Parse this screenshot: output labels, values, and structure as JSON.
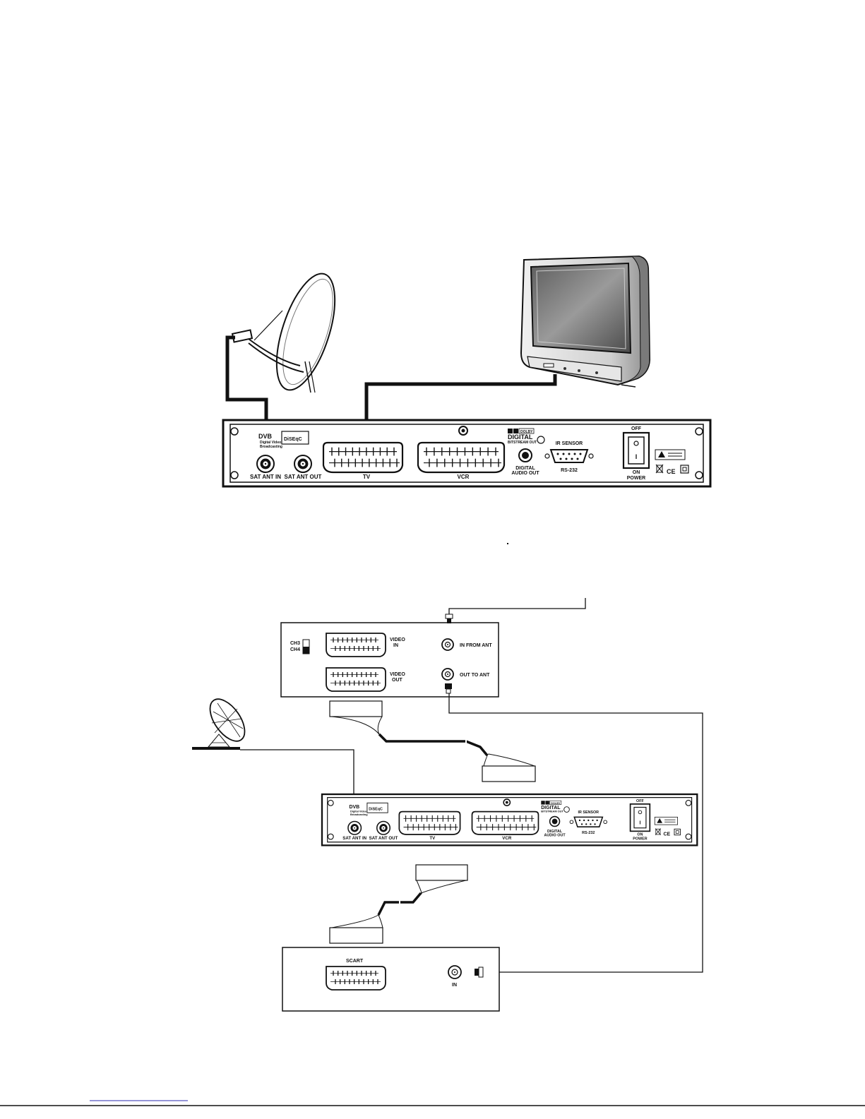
{
  "receiver": {
    "sat_ant_in": "SAT ANT IN",
    "sat_ant_out": "SAT ANT OUT",
    "tv": "TV",
    "vcr": "VCR",
    "dolby": "DOLBY",
    "digital": "DIGITAL",
    "bitstream_out": "BITSTREAM OUT",
    "digital_audio_out": [
      "DIGITAL",
      "AUDIO OUT"
    ],
    "ir_sensor": "IR SENSOR",
    "rs232": "RS-232",
    "off": "OFF",
    "on": "ON",
    "power": "POWER",
    "switch_mark": "I",
    "ce": "CE",
    "diseqc": "DiSEqC",
    "dvb_logo": "DVB",
    "dvb_sub": [
      "Digital Video",
      "Broadcasting"
    ]
  },
  "vcr_panel": {
    "ch3": "CH3",
    "ch4": "CH4",
    "video_in": [
      "VIDEO",
      "IN"
    ],
    "video_out": [
      "VIDEO",
      "OUT"
    ],
    "in_from_ant": "IN FROM ANT",
    "out_to_ant": "OUT TO ANT"
  },
  "tv_panel": {
    "scart": "SCART",
    "in": "IN"
  },
  "colors": {
    "stroke": "#111111",
    "tv_body": "#d9d9d9",
    "tv_screen": "#8f8f8f"
  }
}
